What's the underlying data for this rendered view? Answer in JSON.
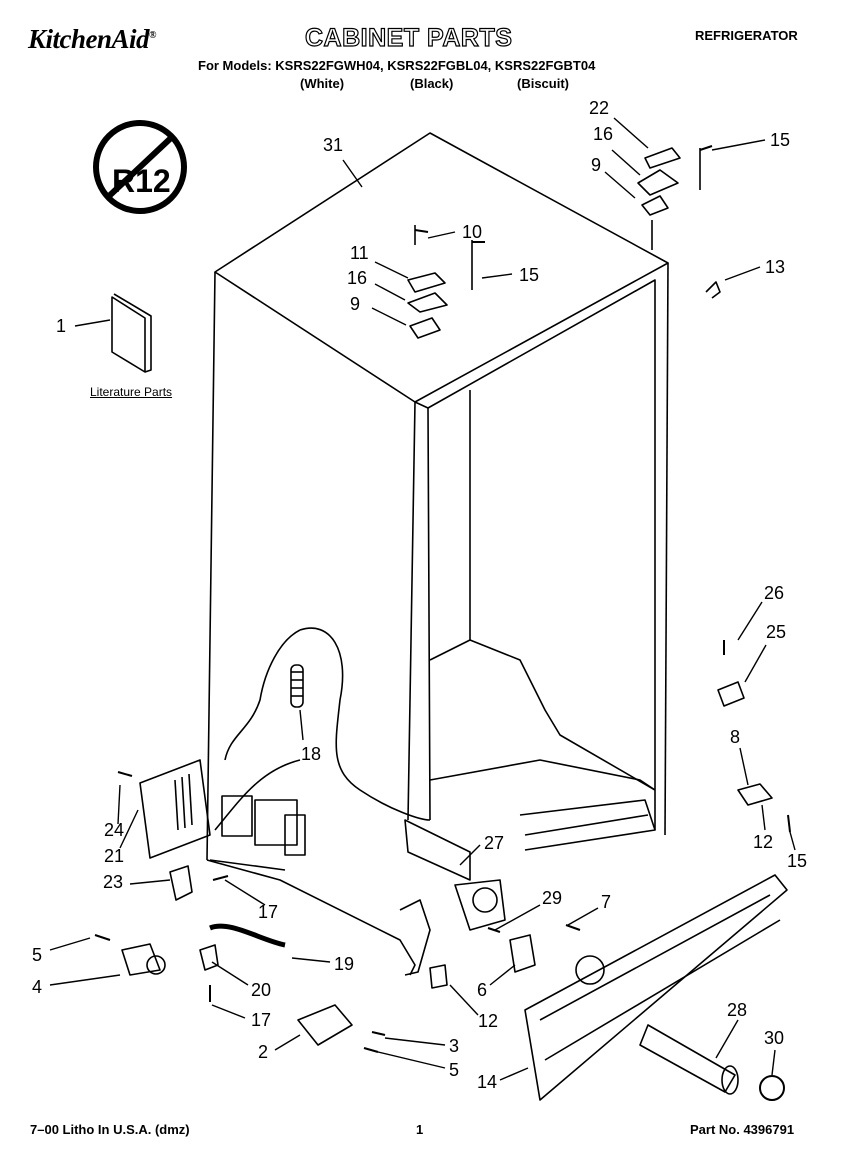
{
  "header": {
    "brand": "KitchenAid",
    "brand_mark": "®",
    "title": "CABINET PARTS",
    "category": "REFRIGERATOR",
    "models_line": "For Models: KSRS22FGWH04, KSRS22FGBL04, KSRS22FGBT04",
    "variants": [
      "(White)",
      "(Black)",
      "(Biscuit)"
    ]
  },
  "diagram": {
    "badge": "R12",
    "literature_label": "Literature Parts",
    "callouts": [
      "31",
      "22",
      "16",
      "15",
      "9",
      "10",
      "11",
      "16",
      "15",
      "9",
      "13",
      "1",
      "26",
      "25",
      "18",
      "8",
      "24",
      "21",
      "12",
      "15",
      "27",
      "23",
      "17",
      "29",
      "7",
      "5",
      "4",
      "19",
      "20",
      "6",
      "12",
      "17",
      "2",
      "3",
      "5",
      "28",
      "30",
      "14"
    ]
  },
  "footer": {
    "litho": "7–00 Litho In U.S.A. (dmz)",
    "page": "1",
    "part_no": "Part No. 4396791"
  }
}
